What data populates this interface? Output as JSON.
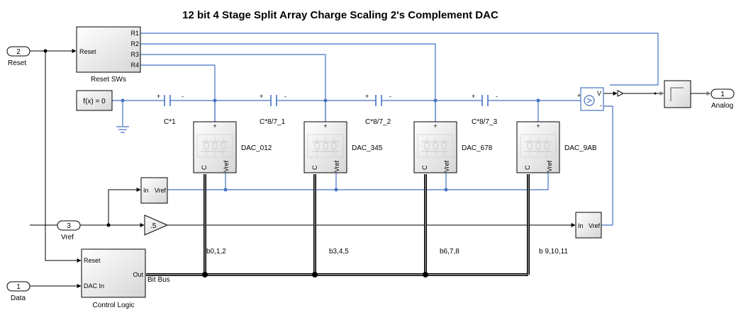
{
  "title": "12 bit 4 Stage Split Array Charge Scaling 2's Complement DAC",
  "ports": {
    "reset": {
      "num": "2",
      "label": "Reset"
    },
    "vref": {
      "num": "3",
      "label": "Vref"
    },
    "data": {
      "num": "1",
      "label": "Data"
    },
    "analog": {
      "num": "1",
      "label": "Analog"
    }
  },
  "reset_sws": {
    "name": "Reset SWs",
    "in": "Reset",
    "outs": [
      "R1",
      "R2",
      "R3",
      "R4"
    ]
  },
  "fx": {
    "text": "f(x) = 0"
  },
  "caps": [
    "C*1",
    "C*8/7_1",
    "C*8/7_2",
    "C*8/7_3"
  ],
  "cap_plus": "+",
  "cap_minus": "-",
  "dacs": [
    "DAC_012",
    "DAC_345",
    "DAC_678",
    "DAC_9AB"
  ],
  "dac_ports": {
    "plus": "+",
    "c": "C",
    "vref": "Vref"
  },
  "conv": {
    "in": "In",
    "out": "Vref"
  },
  "gain": {
    "value": ".5"
  },
  "sensor": {
    "plus": "+",
    "minus": "-",
    "v": "V"
  },
  "control": {
    "name": "Control Logic",
    "in1": "Reset",
    "in2": "DAC In",
    "out": "Out",
    "bus": "Bit Bus"
  },
  "bits": [
    "b0,1,2",
    "b3,4,5",
    "b6,7,8",
    "b 9,10,11"
  ]
}
